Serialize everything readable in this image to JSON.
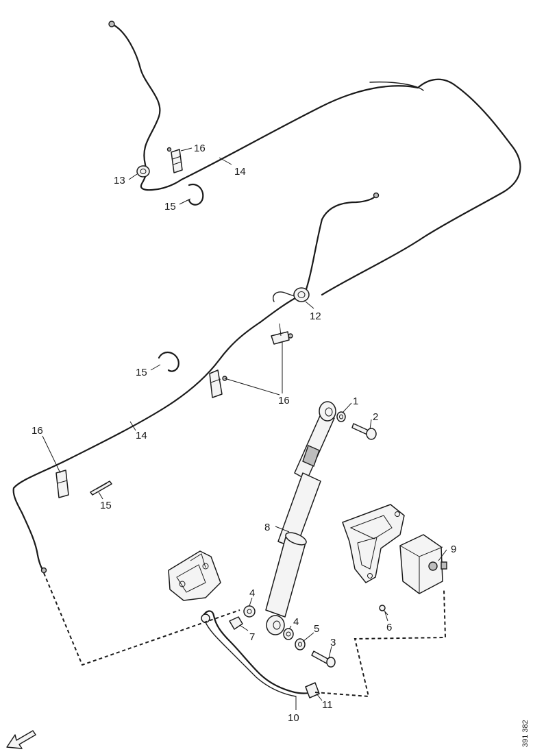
{
  "callouts": {
    "c1": "1",
    "c2": "2",
    "c3": "3",
    "c4a": "4",
    "c4b": "4",
    "c5": "5",
    "c6": "6",
    "c7": "7",
    "c8": "8",
    "c9": "9",
    "c10": "10",
    "c11": "11",
    "c12": "12",
    "c13": "13",
    "c14a": "14",
    "c14b": "14",
    "c15a": "15",
    "c15b": "15",
    "c15c": "15",
    "c16a": "16",
    "c16b": "16",
    "c16c": "16"
  },
  "drawing_number": "391 382",
  "icons": {
    "direction": "direction-arrow-icon"
  }
}
